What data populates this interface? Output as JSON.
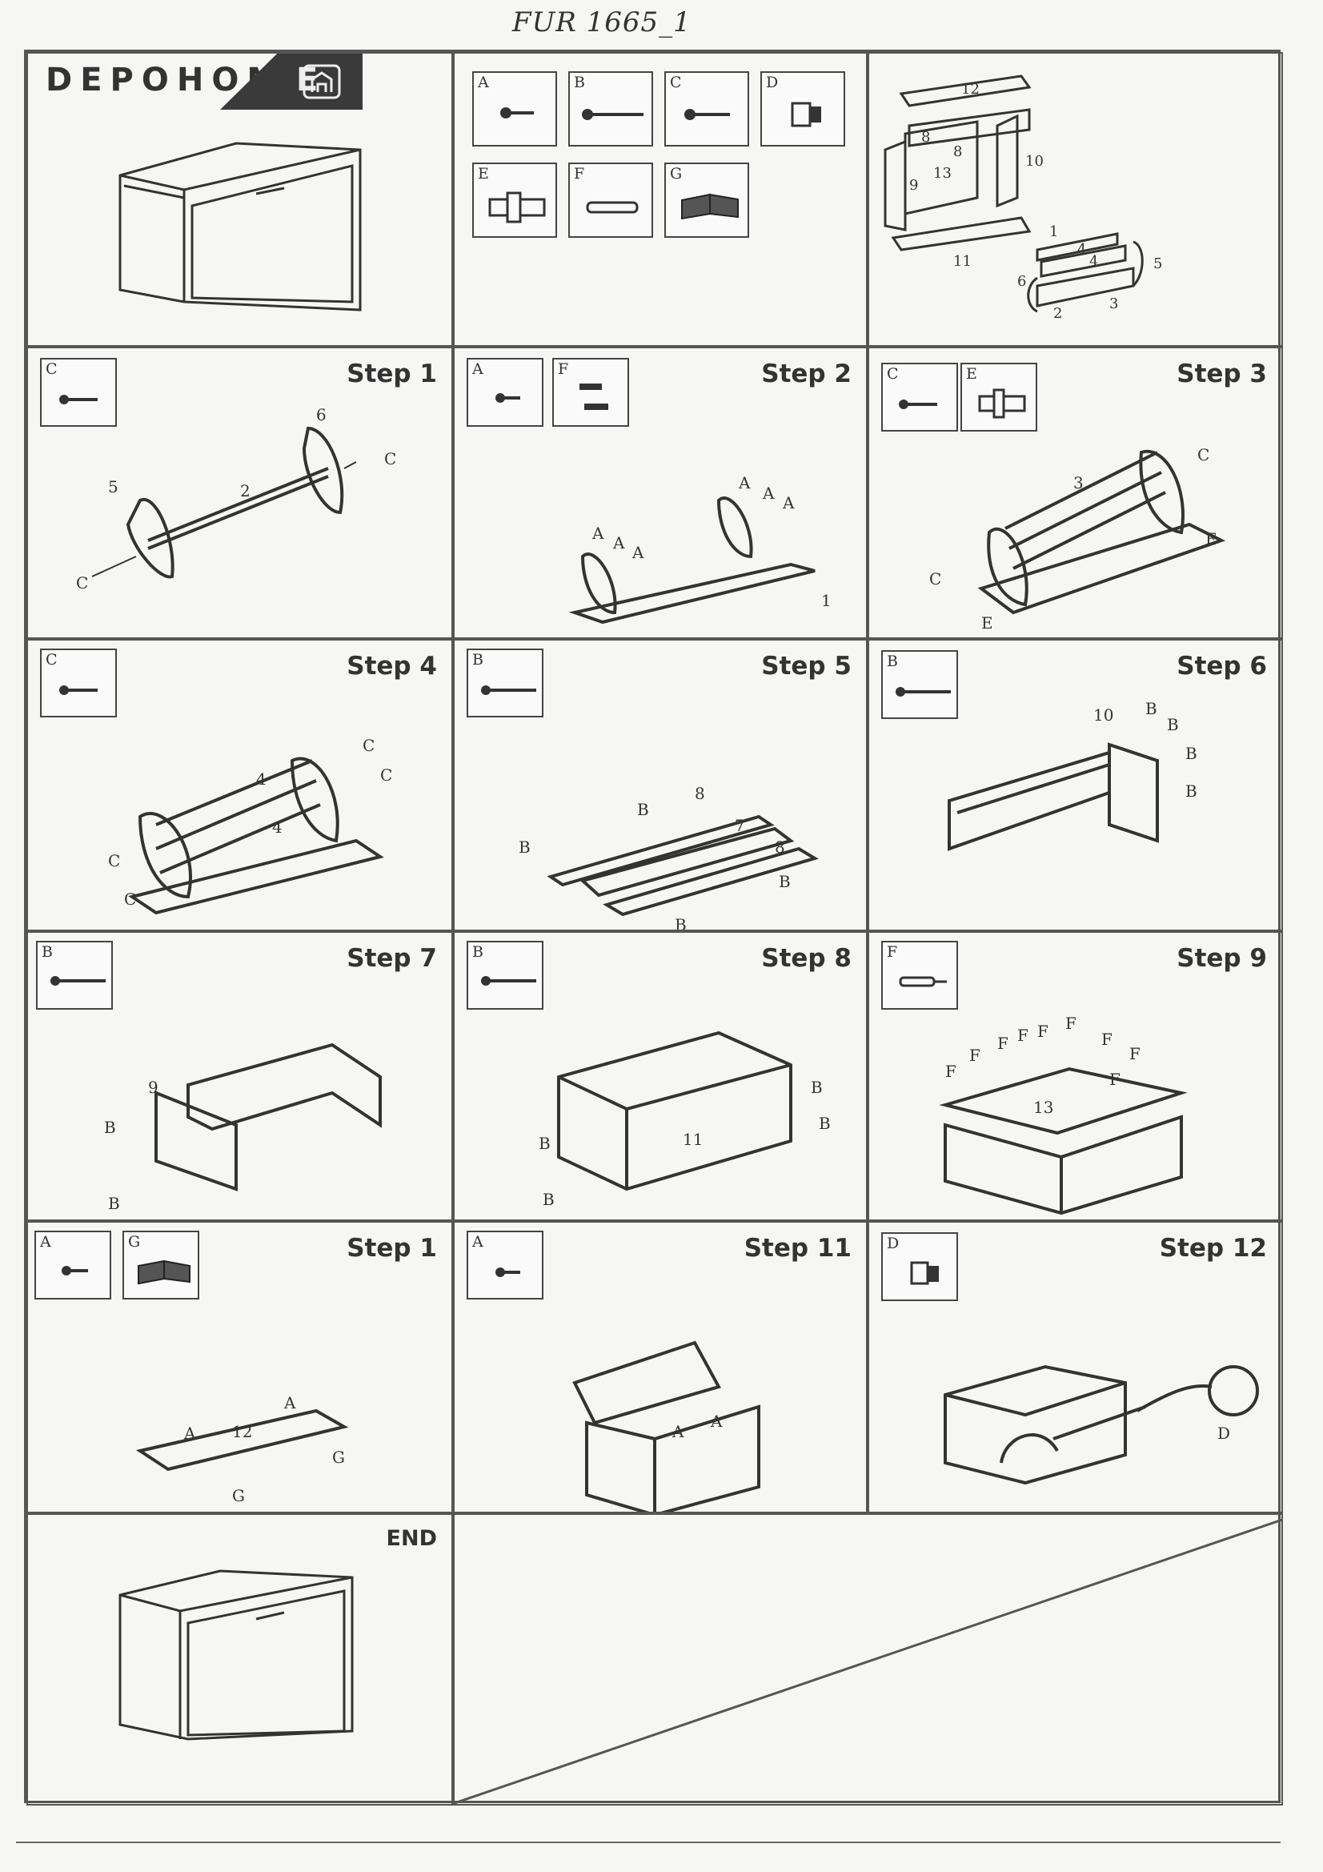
{
  "header": {
    "handwritten_code": "FUR 1665_1"
  },
  "brand": {
    "logo_left": "DEPOHOM",
    "logo_right": "E"
  },
  "parts": [
    {
      "label": "A",
      "icon": "short-screw-icon"
    },
    {
      "label": "B",
      "icon": "long-screw-icon"
    },
    {
      "label": "C",
      "icon": "medium-screw-icon"
    },
    {
      "label": "D",
      "icon": "cap-stop-icon"
    },
    {
      "label": "E",
      "icon": "cam-dowel-icon"
    },
    {
      "label": "F",
      "icon": "wood-dowel-icon"
    },
    {
      "label": "G",
      "icon": "hinge-icon"
    }
  ],
  "overview_numbers": [
    "12",
    "8",
    "8",
    "13",
    "9",
    "10",
    "11",
    "1",
    "4",
    "4",
    "6",
    "2",
    "3",
    "5"
  ],
  "steps": [
    {
      "title": "Step 1",
      "parts": [
        "C"
      ],
      "labels": [
        "5",
        "2",
        "6",
        "C",
        "C"
      ]
    },
    {
      "title": "Step 2",
      "parts": [
        "A",
        "F"
      ],
      "labels": [
        "A",
        "A",
        "A",
        "A",
        "A",
        "A",
        "1"
      ]
    },
    {
      "title": "Step 3",
      "parts": [
        "C",
        "E"
      ],
      "labels": [
        "3",
        "C",
        "E",
        "C",
        "E"
      ]
    },
    {
      "title": "Step 4",
      "parts": [
        "C"
      ],
      "labels": [
        "C",
        "C",
        "C",
        "C",
        "4",
        "4"
      ]
    },
    {
      "title": "Step 5",
      "parts": [
        "B"
      ],
      "labels": [
        "8",
        "B",
        "B",
        "7",
        "8",
        "B",
        "B"
      ]
    },
    {
      "title": "Step 6",
      "parts": [
        "B"
      ],
      "labels": [
        "10",
        "B",
        "B",
        "B",
        "B"
      ]
    },
    {
      "title": "Step 7",
      "parts": [
        "B"
      ],
      "labels": [
        "9",
        "B",
        "B"
      ]
    },
    {
      "title": "Step 8",
      "parts": [
        "B"
      ],
      "labels": [
        "B",
        "B",
        "B",
        "B",
        "11"
      ]
    },
    {
      "title": "Step 9",
      "parts": [
        "F"
      ],
      "labels": [
        "F",
        "F",
        "F",
        "F",
        "F",
        "F",
        "F",
        "F",
        "F",
        "13"
      ]
    },
    {
      "title": "Step 1",
      "parts": [
        "A",
        "G"
      ],
      "labels": [
        "A",
        "A",
        "12",
        "G",
        "G"
      ]
    },
    {
      "title": "Step 11",
      "parts": [
        "A"
      ],
      "labels": [
        "A",
        "A"
      ]
    },
    {
      "title": "Step 12",
      "parts": [
        "D"
      ],
      "labels": [
        "D"
      ]
    }
  ],
  "end": {
    "title": "END"
  },
  "colors": {
    "ink": "#333333",
    "paper": "#f6f6f4",
    "grid": "#555555"
  }
}
